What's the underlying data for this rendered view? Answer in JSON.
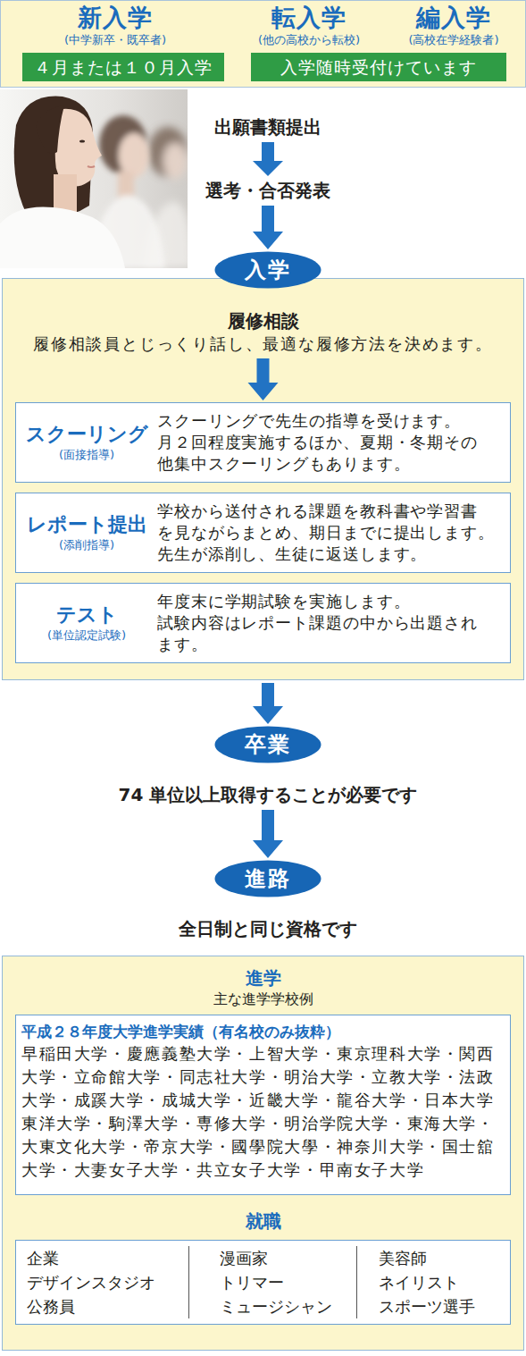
{
  "diagram": {
    "nodes": [
      {
        "text": [
          "新入学",
          "(中学新卒・既卒者)",
          "転入学",
          "(他の高校から転校)",
          "編入学",
          "(高校在学経験者)"
        ]
      },
      {
        "text": [
          "４月または１０月入学"
        ],
        "in": 0
      },
      {
        "text": [
          "入学随時受付けています"
        ],
        "in": 0
      },
      {
        "text": [
          "出願書類提出"
        ]
      },
      {
        "text": [
          "選考・合否発表"
        ]
      },
      {
        "text": [
          "入学"
        ]
      },
      {
        "text": [
          "履修相談",
          "履修相談員とじっくり話し、最適な履修方法を決めます。"
        ]
      },
      {
        "text": [
          "スクーリング",
          "(面接指導)",
          "スクーリングで先生の指導を受けます。",
          "月２回程度実施するほか、夏期・冬期その 他集中スクーリングもあります。"
        ],
        "in": 6
      },
      {
        "text": [
          "レポート提出",
          "(添削指導)",
          "学校から送付される課題を教科書や学習書 を見ながらまとめ、期日までに提出します。",
          "先生が添削し、生徒に返送します。"
        ],
        "in": 6
      },
      {
        "text": [
          "テスト",
          "(単位認定試験)",
          "年度末に学期試験を実施します。",
          "試験内容はレポート課題の中から出題され ます。"
        ],
        "in": 6
      },
      {
        "text": [
          "卒業",
          "74 単位以上取得することが必要です"
        ]
      },
      {
        "text": [
          "進路",
          "全日制と同じ資格です"
        ]
      },
      {
        "text": [
          "進学",
          "主な進学学校例",
          "就職"
        ]
      },
      {
        "text": [
          "平成２８年度大学進学実績（有名校のみ抜粋）",
          "早稲田大学・慶應義塾大学・上智大学・東京理科大学・関西 大学・立命館大学・同志社大学・明治大学・立教大学・法政 大学・成蹊大学・成城大学・近畿大学・龍谷大学・日本大学 東洋大学・駒澤大学・専修大学・明治学院大学・東海大学・ 大東文化大学・帝京大学・國學院大學・神奈川大学・国士舘 大学・大妻女子大学・共立女子大学・甲南女子大学"
        ],
        "in": 12
      },
      {
        "text": [
          "企業",
          "デザインスタジオ",
          "公務員",
          "漫画家",
          "トリマー",
          "ミュージシャン",
          "美容師",
          "ネイリスト",
          "スポーツ選手"
        ],
        "in": 12
      }
    ],
    "edges": [
      {
        "from": 3,
        "to": 4,
        "arrow": "to"
      },
      {
        "from": 4,
        "to": 5,
        "arrow": "to"
      },
      {
        "from": 6,
        "to": 7,
        "arrow": "to"
      },
      {
        "from": 6,
        "to": 10,
        "arrow": "to"
      },
      {
        "from": 10,
        "to": 11,
        "arrow": "to"
      }
    ]
  }
}
